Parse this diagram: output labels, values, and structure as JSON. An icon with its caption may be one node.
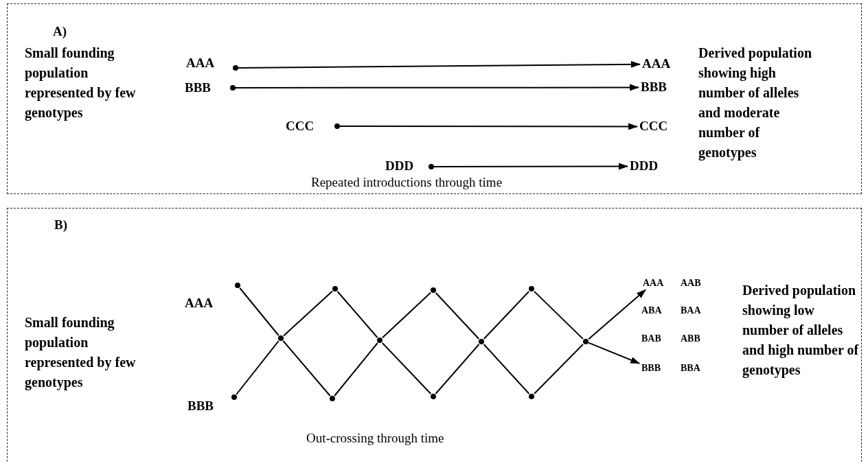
{
  "diagram": {
    "nodes": [
      {
        "text": [
          "A)",
          "Small founding population represented by few genotypes",
          "Derived population showing high number of alleles and moderate number of genotypes",
          "Repeated introductions through time"
        ]
      },
      {
        "text": [],
        "shape": "circle",
        "in": 0,
        "beside": [
          "AAA"
        ]
      },
      {
        "text": [],
        "shape": "circle",
        "in": 0,
        "beside": [
          "BBB"
        ]
      },
      {
        "text": [],
        "shape": "circle",
        "in": 0,
        "beside": [
          "CCC"
        ]
      },
      {
        "text": [],
        "shape": "circle",
        "in": 0,
        "beside": [
          "DDD"
        ]
      },
      {
        "text": [
          "AAA"
        ],
        "in": 0
      },
      {
        "text": [
          "BBB"
        ],
        "in": 0
      },
      {
        "text": [
          "CCC"
        ],
        "in": 0
      },
      {
        "text": [
          "DDD"
        ],
        "in": 0
      },
      {
        "text": [
          "B)",
          "Small founding population represented by few genotypes",
          "Derived population showing low number of alleles and high number of genotypes",
          "Out-crossing through time"
        ]
      },
      {
        "text": [],
        "shape": "circle",
        "in": 9,
        "beside": [
          "AAA"
        ]
      },
      {
        "text": [],
        "shape": "circle",
        "in": 9,
        "beside": [
          "BBB"
        ]
      },
      {
        "text": [],
        "shape": "circle",
        "in": 9
      },
      {
        "text": [],
        "shape": "circle",
        "in": 9
      },
      {
        "text": [],
        "shape": "circle",
        "in": 9
      },
      {
        "text": [],
        "shape": "circle",
        "in": 9
      },
      {
        "text": [],
        "shape": "circle",
        "in": 9
      },
      {
        "text": [],
        "shape": "circle",
        "in": 9
      },
      {
        "text": [],
        "shape": "circle",
        "in": 9
      },
      {
        "text": [],
        "shape": "circle",
        "in": 9
      },
      {
        "text": [],
        "shape": "circle",
        "in": 9
      },
      {
        "text": [],
        "shape": "circle",
        "in": 9
      },
      {
        "text": [
          "AAA"
        ],
        "in": 9
      },
      {
        "text": [
          "AAB"
        ],
        "in": 9
      },
      {
        "text": [
          "ABA"
        ],
        "in": 9
      },
      {
        "text": [
          "BAA"
        ],
        "in": 9
      },
      {
        "text": [
          "BAB"
        ],
        "in": 9
      },
      {
        "text": [
          "ABB"
        ],
        "in": 9
      },
      {
        "text": [
          "BBB"
        ],
        "in": 9
      },
      {
        "text": [
          "BBA"
        ],
        "in": 9
      }
    ],
    "edges": [
      {
        "from": 1,
        "to": 5,
        "arrow": "to"
      },
      {
        "from": 2,
        "to": 6,
        "arrow": "to"
      },
      {
        "from": 3,
        "to": 7,
        "arrow": "to"
      },
      {
        "from": 4,
        "to": 8,
        "arrow": "to"
      },
      {
        "from": 10,
        "to": 12,
        "arrow": "none"
      },
      {
        "from": 11,
        "to": 12,
        "arrow": "none"
      },
      {
        "from": 12,
        "to": 13,
        "arrow": "none"
      },
      {
        "from": 12,
        "to": 14,
        "arrow": "none"
      },
      {
        "from": 13,
        "to": 15,
        "arrow": "none"
      },
      {
        "from": 14,
        "to": 15,
        "arrow": "none"
      },
      {
        "from": 15,
        "to": 16,
        "arrow": "none"
      },
      {
        "from": 15,
        "to": 17,
        "arrow": "none"
      },
      {
        "from": 16,
        "to": 18,
        "arrow": "none"
      },
      {
        "from": 17,
        "to": 18,
        "arrow": "none"
      },
      {
        "from": 18,
        "to": 19,
        "arrow": "none"
      },
      {
        "from": 18,
        "to": 20,
        "arrow": "none"
      },
      {
        "from": 19,
        "to": 21,
        "arrow": "none"
      },
      {
        "from": 20,
        "to": 21,
        "arrow": "none"
      },
      {
        "from": 21,
        "to": 22,
        "arrow": "to"
      },
      {
        "from": 21,
        "to": 28,
        "arrow": "to"
      }
    ]
  }
}
